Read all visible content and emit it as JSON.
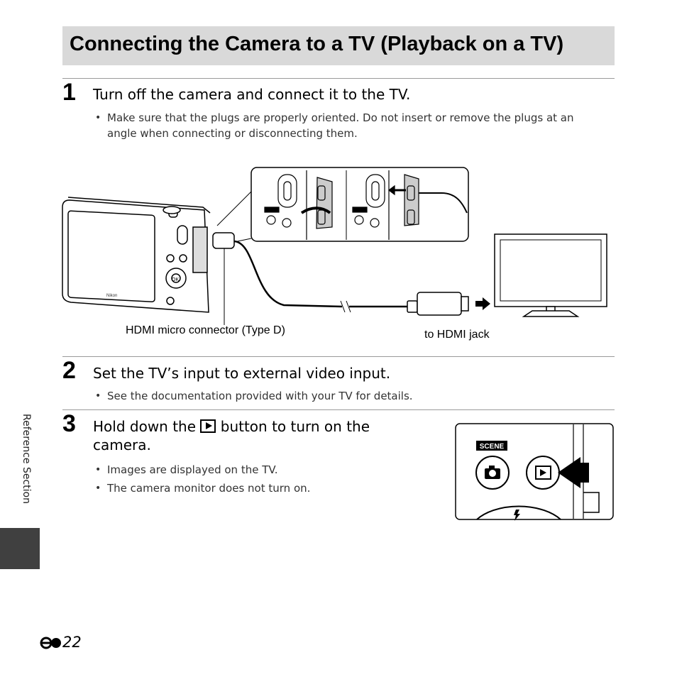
{
  "page": {
    "title": "Connecting the Camera to a TV (Playback on a TV)",
    "side_label": "Reference Section",
    "page_number": "22"
  },
  "steps": [
    {
      "number": "1",
      "heading": "Turn off the camera and connect it to the TV.",
      "bullets": [
        "Make sure that the plugs are properly oriented. Do not insert or remove the plugs at an angle when connecting or disconnecting them."
      ]
    },
    {
      "number": "2",
      "heading": "Set the TV’s input to external video input.",
      "bullets": [
        "See the documentation provided with your TV for details."
      ]
    },
    {
      "number": "3",
      "heading_before": "Hold down the",
      "heading_after": "button to turn on the camera.",
      "bullets": [
        "Images are displayed on the TV.",
        "The camera monitor does not turn on."
      ]
    }
  ],
  "diagram": {
    "label_connector": "HDMI micro connector (Type D)",
    "label_jack": "to HDMI jack",
    "scene_label": "SCENE",
    "brand_label": "Nikon",
    "ok_label": "OK"
  },
  "icons": [
    "playback-button-icon",
    "reference-page-icon",
    "arrow-icon",
    "camera-icon",
    "flash-icon"
  ]
}
